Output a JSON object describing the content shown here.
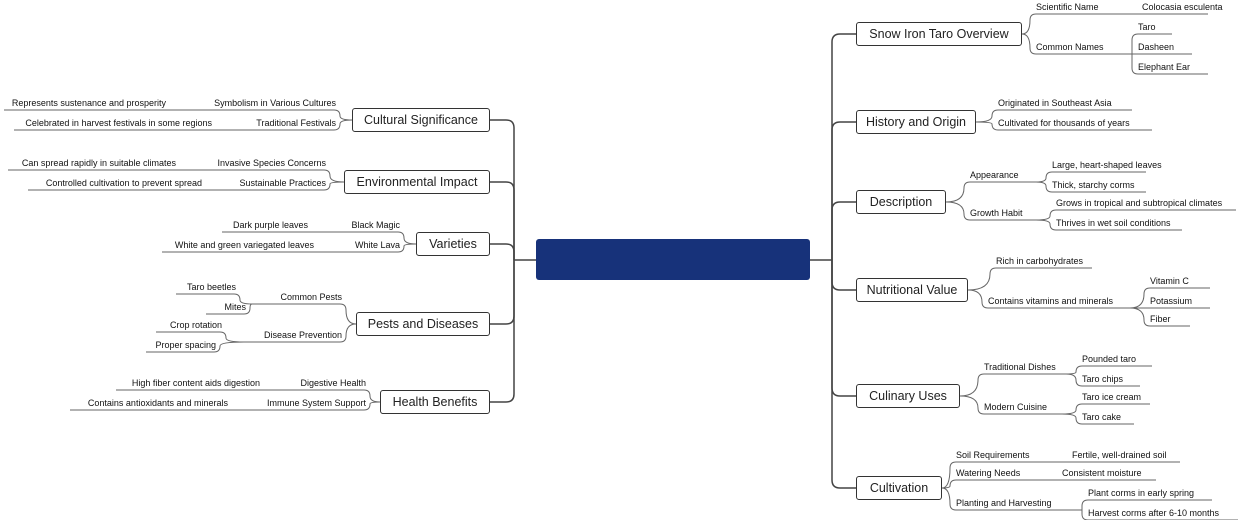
{
  "central": {
    "label": ""
  },
  "right": [
    {
      "label": "Snow Iron Taro Overview",
      "children": [
        {
          "label": "Scientific Name",
          "children": [
            "Colocasia esculenta"
          ]
        },
        {
          "label": "Common Names",
          "children": [
            "Taro",
            "Dasheen",
            "Elephant Ear"
          ]
        }
      ]
    },
    {
      "label": "History and Origin",
      "children": [
        {
          "label": "Originated in Southeast Asia"
        },
        {
          "label": "Cultivated for thousands of years"
        }
      ]
    },
    {
      "label": "Description",
      "children": [
        {
          "label": "Appearance",
          "children": [
            "Large, heart-shaped leaves",
            "Thick, starchy corms"
          ]
        },
        {
          "label": "Growth Habit",
          "children": [
            "Grows in tropical and subtropical climates",
            "Thrives in wet soil conditions"
          ]
        }
      ]
    },
    {
      "label": "Nutritional Value",
      "children": [
        {
          "label": "Rich in carbohydrates"
        },
        {
          "label": "Contains vitamins and minerals",
          "children": [
            "Vitamin C",
            "Potassium",
            "Fiber"
          ]
        }
      ]
    },
    {
      "label": "Culinary Uses",
      "children": [
        {
          "label": "Traditional Dishes",
          "children": [
            "Pounded taro",
            "Taro chips"
          ]
        },
        {
          "label": "Modern Cuisine",
          "children": [
            "Taro ice cream",
            "Taro cake"
          ]
        }
      ]
    },
    {
      "label": "Cultivation",
      "children": [
        {
          "label": "Soil Requirements",
          "children": [
            "Fertile, well-drained soil"
          ]
        },
        {
          "label": "Watering Needs",
          "children": [
            "Consistent moisture"
          ]
        },
        {
          "label": "Planting and Harvesting",
          "children": [
            "Plant corms in early spring",
            "Harvest corms after 6-10 months"
          ]
        }
      ]
    }
  ],
  "left": [
    {
      "label": "Cultural Significance",
      "children": [
        {
          "label": "Symbolism in Various Cultures",
          "children": [
            "Represents sustenance and prosperity"
          ]
        },
        {
          "label": "Traditional Festivals",
          "children": [
            "Celebrated in harvest festivals in some regions"
          ]
        }
      ]
    },
    {
      "label": "Environmental Impact",
      "children": [
        {
          "label": "Invasive Species Concerns",
          "children": [
            "Can spread rapidly in suitable climates"
          ]
        },
        {
          "label": "Sustainable Practices",
          "children": [
            "Controlled cultivation to prevent spread"
          ]
        }
      ]
    },
    {
      "label": "Varieties",
      "children": [
        {
          "label": "Black Magic",
          "children": [
            "Dark purple leaves"
          ]
        },
        {
          "label": "White Lava",
          "children": [
            "White and green variegated leaves"
          ]
        }
      ]
    },
    {
      "label": "Pests and Diseases",
      "children": [
        {
          "label": "Common Pests",
          "children": [
            "Taro beetles",
            "Mites"
          ]
        },
        {
          "label": "Disease Prevention",
          "children": [
            "Crop rotation",
            "Proper spacing"
          ]
        }
      ]
    },
    {
      "label": "Health Benefits",
      "children": [
        {
          "label": "Digestive Health",
          "children": [
            "High fiber content aids digestion"
          ]
        },
        {
          "label": "Immune System Support",
          "children": [
            "Contains antioxidants and minerals"
          ]
        }
      ]
    }
  ]
}
